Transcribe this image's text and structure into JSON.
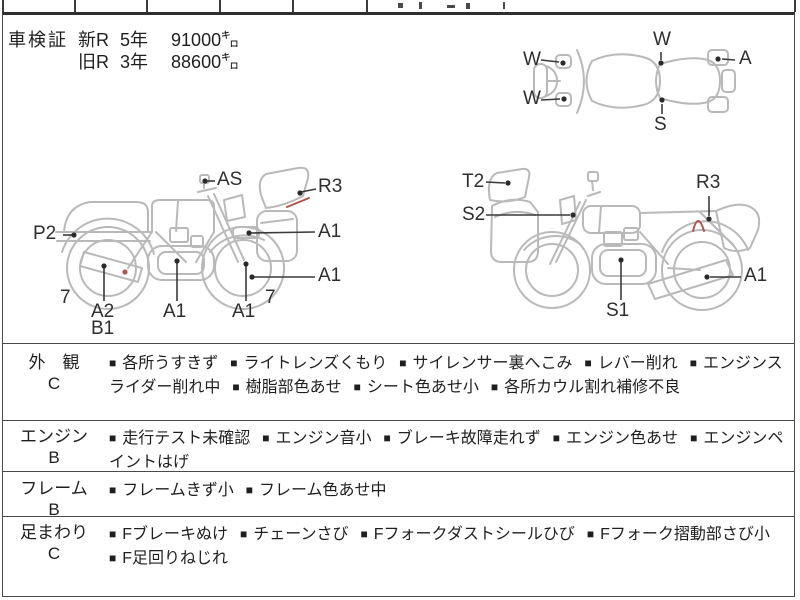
{
  "registration": {
    "label": "車検証",
    "rows": [
      {
        "type": "新R",
        "years": "5年",
        "odometer": "91000㌔"
      },
      {
        "type": "旧R",
        "years": "3年",
        "odometer": "88600㌔"
      }
    ]
  },
  "diagram": {
    "labels": {
      "as": "AS",
      "r3_left": "R3",
      "p2": "P2",
      "a1_front_upper": "A1",
      "a1_front_mid": "A1",
      "a2": "A2",
      "b1": "B1",
      "a1_engine": "A1",
      "a1_front_wheel": "A1",
      "seven_left": "7",
      "seven_right": "7",
      "t2": "T2",
      "s2": "S2",
      "s1": "S1",
      "r3_right": "R3",
      "a1_rear_wheel": "A1",
      "w_mirror_top": "W",
      "w_mirror_bottom": "W",
      "w_tank": "W",
      "s_seat": "S",
      "a_rear": "A"
    }
  },
  "sections": [
    {
      "name": "外　観",
      "grade": "C",
      "items": [
        "各所うすきず",
        "ライトレンズくもり",
        "サイレンサー裏へこみ",
        "レバー削れ",
        "エンジンスライダー削れ中",
        "樹脂部色あせ",
        "シート色あせ小",
        "各所カウル割れ補修不良"
      ]
    },
    {
      "name": "エンジン",
      "grade": "B",
      "items": [
        "走行テスト未確認",
        "エンジン音小",
        "ブレーキ故障走れず",
        "エンジン色あせ",
        "エンジンペイントはげ"
      ]
    },
    {
      "name": "フレーム",
      "grade": "B",
      "items": [
        "フレームきず小",
        "フレーム色あせ中"
      ]
    },
    {
      "name": "足まわり",
      "grade": "C",
      "items": [
        "Fブレーキぬけ",
        "チェーンさび",
        "Fフォークダストシールひび",
        "Fフォーク摺動部さび小",
        "F足回りねじれ"
      ]
    }
  ],
  "colors": {
    "outline_gray": "#b9b9b9",
    "damage_red": "#b0544c",
    "ink": "#1f1f1f",
    "border": "#4a4a4a"
  }
}
